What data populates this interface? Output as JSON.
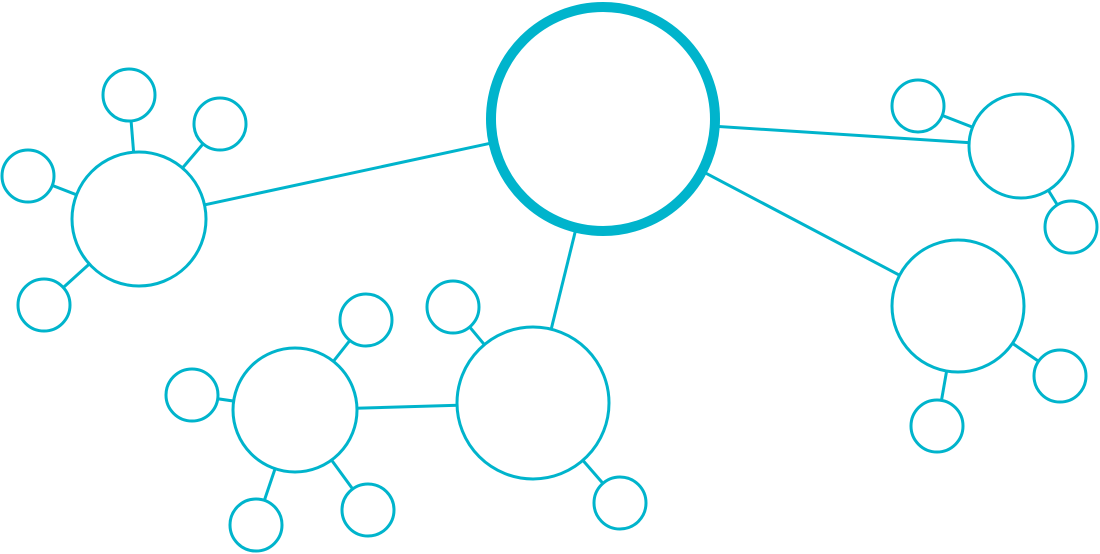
{
  "diagram": {
    "type": "network",
    "stroke_color": "#00b4cc",
    "fill_color": "#ffffff",
    "nodes": [
      {
        "id": "center",
        "role": "root"
      },
      {
        "id": "hub-left",
        "role": "hub"
      },
      {
        "id": "hub-right-top",
        "role": "hub"
      },
      {
        "id": "hub-right-bottom",
        "role": "hub"
      },
      {
        "id": "hub-bottom-mid",
        "role": "hub"
      },
      {
        "id": "hub-bottom-left",
        "role": "hub"
      },
      {
        "id": "l1",
        "role": "leaf"
      },
      {
        "id": "l2",
        "role": "leaf"
      },
      {
        "id": "l3",
        "role": "leaf"
      },
      {
        "id": "l4",
        "role": "leaf"
      },
      {
        "id": "rt1",
        "role": "leaf"
      },
      {
        "id": "rt2",
        "role": "leaf"
      },
      {
        "id": "rb1",
        "role": "leaf"
      },
      {
        "id": "rb2",
        "role": "leaf"
      },
      {
        "id": "bm1",
        "role": "leaf"
      },
      {
        "id": "bm2",
        "role": "leaf"
      },
      {
        "id": "bl1",
        "role": "leaf"
      },
      {
        "id": "bl2",
        "role": "leaf"
      },
      {
        "id": "bl3",
        "role": "leaf"
      },
      {
        "id": "bl4",
        "role": "leaf"
      }
    ],
    "edges": [
      [
        "center",
        "hub-left"
      ],
      [
        "center",
        "hub-right-top"
      ],
      [
        "center",
        "hub-right-bottom"
      ],
      [
        "center",
        "hub-bottom-mid"
      ],
      [
        "hub-bottom-mid",
        "hub-bottom-left"
      ],
      [
        "hub-left",
        "l1"
      ],
      [
        "hub-left",
        "l2"
      ],
      [
        "hub-left",
        "l3"
      ],
      [
        "hub-left",
        "l4"
      ],
      [
        "hub-right-top",
        "rt1"
      ],
      [
        "hub-right-top",
        "rt2"
      ],
      [
        "hub-right-bottom",
        "rb1"
      ],
      [
        "hub-right-bottom",
        "rb2"
      ],
      [
        "hub-bottom-mid",
        "bm1"
      ],
      [
        "hub-bottom-mid",
        "bm2"
      ],
      [
        "hub-bottom-left",
        "bl1"
      ],
      [
        "hub-bottom-left",
        "bl2"
      ],
      [
        "hub-bottom-left",
        "bl3"
      ],
      [
        "hub-bottom-left",
        "bl4"
      ]
    ]
  }
}
